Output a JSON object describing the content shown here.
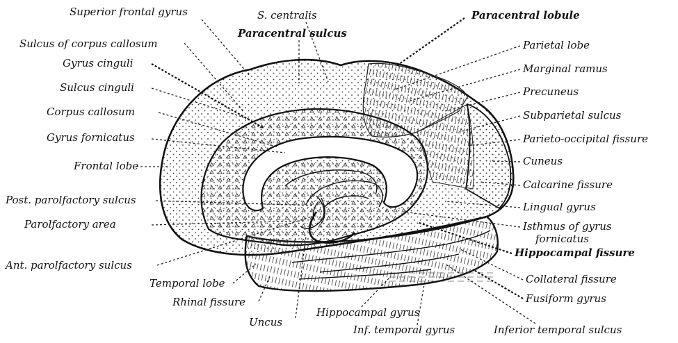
{
  "labels": {
    "superior_frontal_gyrus": "Superior frontal gyrus",
    "s_centralis": "S. centralis",
    "paracentral_lobule": "Paracentral lobule",
    "sulcus_corpus_callosum": "Sulcus of corpus callosum",
    "paracentral_sulcus": "Paracentral sulcus",
    "parietal_lobe": "Parietal lobe",
    "gyrus_cinguli": "Gyrus cinguli",
    "marginal_ramus": "Marginal ramus",
    "sulcus_cinguli": "Sulcus cinguli",
    "precuneus": "Precuneus",
    "corpus_callosum": "Corpus callosum",
    "subparietal_sulcus": "Subparietal sulcus",
    "gyrus_fornicatus": "Gyrus fornicatus",
    "parieto_occipital_fissure": "Parieto-occipital fissure",
    "frontal_lobe": "Frontal lobe",
    "cuneus": "Cuneus",
    "calcarine_fissure": "Calcarine fissure",
    "post_parolfactory_sulcus": "Post. parolfactory sulcus",
    "lingual_gyrus": "Lingual gyrus",
    "parolfactory_area": "Parolfactory area",
    "isthmus_line1": "Isthmus of gyrus",
    "isthmus_line2": "fornicatus",
    "hippocampal_fissure": "Hippocampal fissure",
    "ant_parolfactory_sulcus": "Ant. parolfactory sulcus",
    "collateral_fissure": "Collateral fissure",
    "temporal_lobe": "Temporal lobe",
    "fusiform_gyrus": "Fusiform gyrus",
    "rhinal_fissure": "Rhinal fissure",
    "hippocampal_gyrus": "Hippocampal gyrus",
    "uncus": "Uncus",
    "inf_temporal_gyrus": "Inf. temporal gyrus",
    "inferior_temporal_sulcus": "Inferior temporal sulcus"
  }
}
